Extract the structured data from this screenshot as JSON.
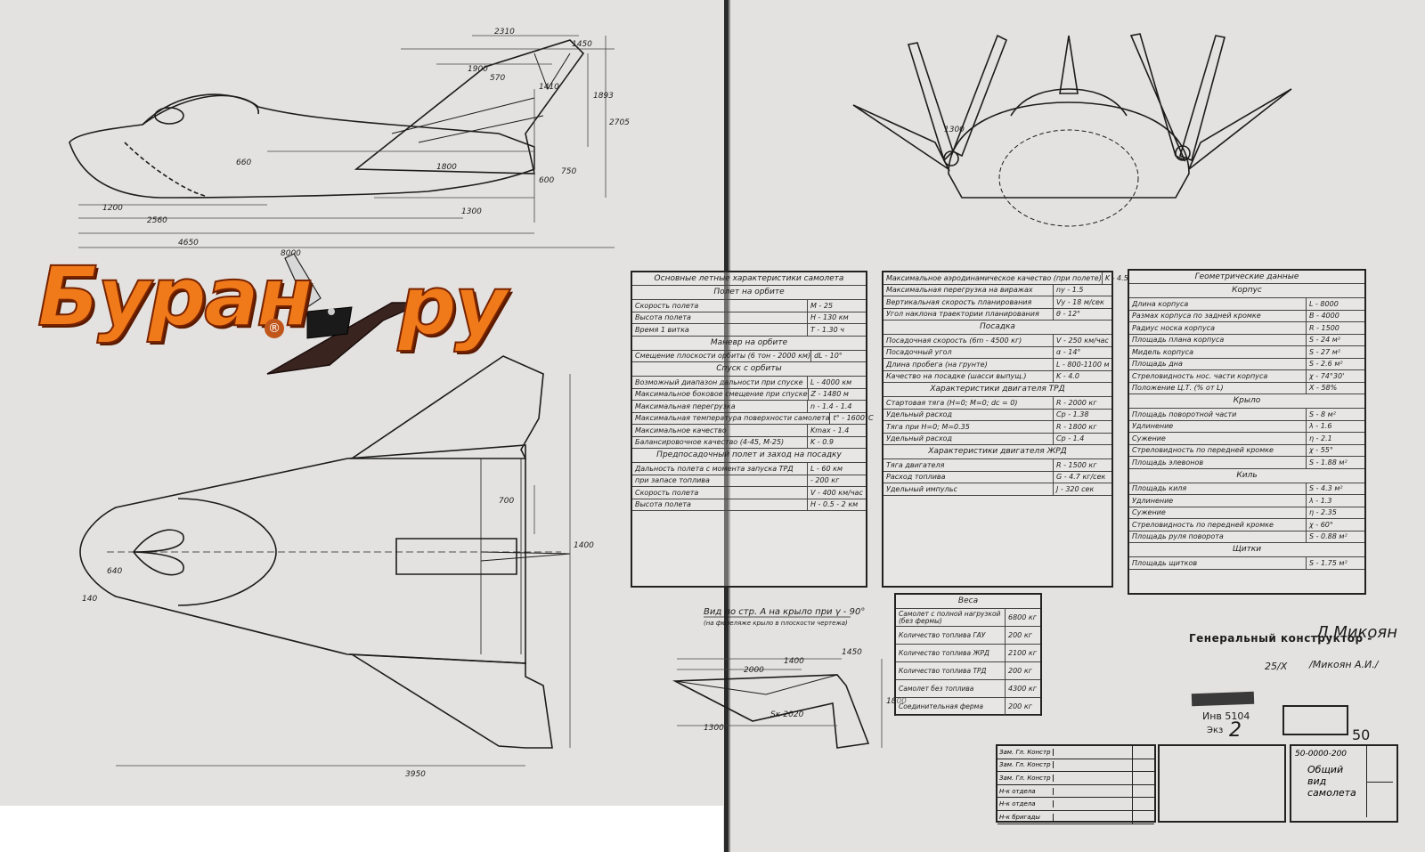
{
  "logo": {
    "part1": "Буран",
    "part2": "ру",
    "mark": "®",
    "accent_color": "#f07a1a"
  },
  "dims": {
    "side": [
      "2310",
      "1450",
      "1900",
      "570",
      "1410",
      "1893",
      "2705",
      "600",
      "1300",
      "1800",
      "750",
      "660",
      "1200",
      "2560",
      "4650",
      "8000"
    ],
    "top": [
      "700",
      "640",
      "1400",
      "140",
      "3950"
    ],
    "view": [
      "1300",
      "1400",
      "1450",
      "1800",
      "2000",
      "Sк-2020"
    ],
    "front": [
      "1300"
    ]
  },
  "spec_table": {
    "title": "Основные летные характеристики самолета",
    "sections": [
      {
        "title": "Полет на орбите",
        "rows": [
          {
            "name": "Скорость полета",
            "value": "M - 25"
          },
          {
            "name": "Высота полета",
            "value": "H - 130 км"
          },
          {
            "name": "Время 1 витка",
            "value": "T - 1.30 ч"
          }
        ]
      },
      {
        "title": "Маневр на орбите",
        "rows": [
          {
            "name": "Смещение плоскости орбиты (6 тон - 2000 км)",
            "value": "dL - 10°"
          }
        ]
      },
      {
        "title": "Спуск с орбиты",
        "rows": [
          {
            "name": "Возможный диапазон дальности при спуске",
            "value": "L - 4000 км"
          },
          {
            "name": "Максимальное боковое смещение при спуске",
            "value": "Z - 1480 м"
          },
          {
            "name": "Максимальная перегрузка",
            "value": "n - 1.4 - 1.4"
          },
          {
            "name": "Максимальная температура поверхности самолета",
            "value": "t° - 1600°C"
          },
          {
            "name": "Максимальное качество",
            "value": "Kmax - 1.4"
          },
          {
            "name": "Балансировочное качество (4-45, M-25)",
            "value": "K - 0.9"
          }
        ]
      },
      {
        "title": "Предпосадочный полет и заход на посадку",
        "rows": [
          {
            "name": "Дальность полета с момента запуска ТРД",
            "value": "L - 60 км"
          },
          {
            "name": "при запасе топлива",
            "value": "- 200 кг"
          },
          {
            "name": "Скорость полета",
            "value": "V - 400 км/час"
          },
          {
            "name": "Высота полета",
            "value": "H - 0.5 - 2 км"
          }
        ]
      }
    ]
  },
  "landing_table": {
    "rows_top": [
      {
        "name": "Максимальное аэродинамическое качество (при полете)",
        "value": "K - 4.5"
      },
      {
        "name": "Максимальная перегрузка на виражах",
        "value": "ny - 1.5"
      },
      {
        "name": "Вертикальная скорость планирования",
        "value": "Vy - 18 м/сек"
      },
      {
        "name": "Угол наклона траектории планирования",
        "value": "θ - 12°"
      }
    ],
    "sections": [
      {
        "title": "Посадка",
        "rows": [
          {
            "name": "Посадочная скорость (6m - 4500 кг)",
            "value": "V - 250 км/час"
          },
          {
            "name": "Посадочный угол",
            "value": "α - 14°"
          },
          {
            "name": "Длина пробега (на грунте)",
            "value": "L - 800-1100 м"
          },
          {
            "name": "Качество на посадке (шасси выпущ.)",
            "value": "K - 4.0"
          }
        ]
      },
      {
        "title": "Характеристики двигателя ТРД",
        "rows": [
          {
            "name": "Стартовая тяга (H=0; M=0; dc = 0)",
            "value": "R - 2000 кг"
          },
          {
            "name": "Удельный расход",
            "value": "Cр - 1.38"
          },
          {
            "name": "Тяга при H=0; M=0.35",
            "value": "R - 1800 кг"
          },
          {
            "name": "Удельный расход",
            "value": "Cр - 1.4"
          }
        ]
      },
      {
        "title": "Характеристики двигателя ЖРД",
        "rows": [
          {
            "name": "Тяга двигателя",
            "value": "R - 1500 кг"
          },
          {
            "name": "Расход топлива",
            "value": "G - 4.7 кг/сек"
          },
          {
            "name": "Удельный импульс",
            "value": "J - 320 сек"
          }
        ]
      }
    ]
  },
  "geometry_table": {
    "title": "Геометрические данные",
    "sections": [
      {
        "title": "Корпус",
        "rows": [
          {
            "name": "Длина корпуса",
            "value": "L - 8000"
          },
          {
            "name": "Размах корпуса по задней кромке",
            "value": "B - 4000"
          },
          {
            "name": "Радиус носка корпуса",
            "value": "R - 1500"
          },
          {
            "name": "Площадь плана корпуса",
            "value": "S - 24 м²"
          },
          {
            "name": "Мидель корпуса",
            "value": "S - 27 м²"
          },
          {
            "name": "Площадь дна",
            "value": "S - 2.6 м²"
          },
          {
            "name": "Стреловидность нос. части корпуса",
            "value": "χ - 74°30'"
          },
          {
            "name": "Положение Ц.Т. (% от L)",
            "value": "X - 58%"
          }
        ]
      },
      {
        "title": "Крыло",
        "rows": [
          {
            "name": "Площадь поворотной части",
            "value": "S - 8 м²"
          },
          {
            "name": "Удлинение",
            "value": "λ - 1.6"
          },
          {
            "name": "Сужение",
            "value": "η - 2.1"
          },
          {
            "name": "Стреловидность по передней кромке",
            "value": "χ - 55°"
          },
          {
            "name": "Площадь элевонов",
            "value": "S - 1.88 м²"
          }
        ]
      },
      {
        "title": "Киль",
        "rows": [
          {
            "name": "Площадь киля",
            "value": "S - 4.3 м²"
          },
          {
            "name": "Удлинение",
            "value": "λ - 1.3"
          },
          {
            "name": "Сужение",
            "value": "η - 2.35"
          },
          {
            "name": "Стреловидность по передней кромке",
            "value": "χ - 60°"
          },
          {
            "name": "Площадь руля поворота",
            "value": "S - 0.88 м²"
          }
        ]
      },
      {
        "title": "Щитки",
        "rows": [
          {
            "name": "Площадь щитков",
            "value": "S - 1.75 м²"
          }
        ]
      }
    ]
  },
  "weights_table": {
    "title": "Веса",
    "rows": [
      {
        "name": "Самолет с полной нагрузкой (без фермы)",
        "value": "6800 кг"
      },
      {
        "name": "Количество топлива ГАУ",
        "value": "200 кг"
      },
      {
        "name": "Количество топлива ЖРД",
        "value": "2100 кг"
      },
      {
        "name": "Количество топлива ТРД",
        "value": "200 кг"
      },
      {
        "name": "Самолет без топлива",
        "value": "4300 кг"
      },
      {
        "name": "Соединительная ферма",
        "value": "200 кг"
      }
    ]
  },
  "view_caption": {
    "line1": "Вид по стр. А на крыло при γ - 90°",
    "line2": "(на фюзеляже крыло в плоскости чертежа)"
  },
  "signature": {
    "line1": "Генеральный конструктор -",
    "date": "25/X",
    "name": "/Микоян А.И./"
  },
  "stamp": {
    "inv": "Инв 5104",
    "ekz": "Экз",
    "ekz_num": "2",
    "sheet_no": "50",
    "drawing_no": "50-0000-200",
    "title": "Общий вид самолета"
  },
  "titleblock": {
    "roles": [
      "Зам. Гл. Констр",
      "Зам. Гл. Констр",
      "Зам. Гл. Констр",
      "Н-к отдела",
      "Н-к отдела",
      "Н-к бригады"
    ]
  }
}
